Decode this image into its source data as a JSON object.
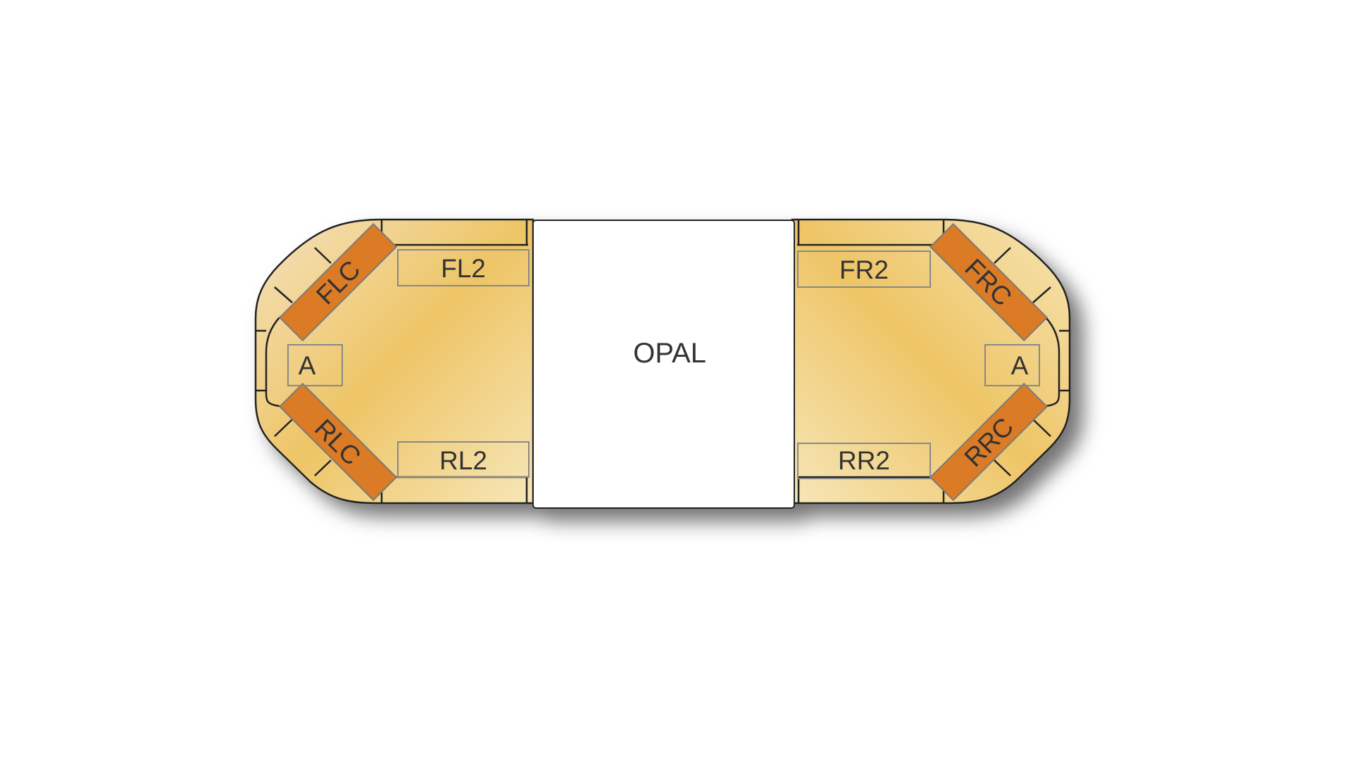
{
  "diagram": {
    "center_label": "OPAL",
    "left": {
      "front_corner": "FLC",
      "front_2": "FL2",
      "alley": "A",
      "rear_corner": "RLC",
      "rear_2": "RL2"
    },
    "right": {
      "front_corner": "FRC",
      "front_2": "FR2",
      "alley": "A",
      "rear_corner": "RRC",
      "rear_2": "RR2"
    },
    "colors": {
      "module": "#db7b26",
      "lens_gold": "#eec566",
      "lens_light": "#f6e4b4",
      "center": "#ffffff"
    }
  }
}
